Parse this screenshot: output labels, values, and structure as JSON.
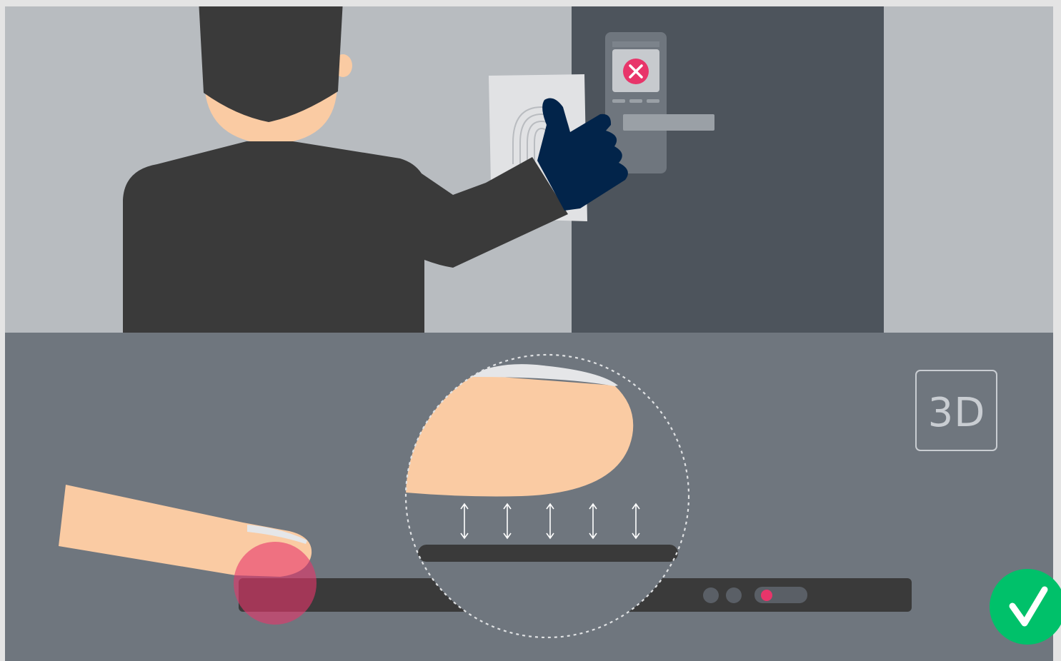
{
  "scene": {
    "top_panel": {
      "description_labels": [],
      "colors": {
        "wall": "#b8bcc0",
        "door": "#4d545c",
        "clothing": "#3a3a3a",
        "skin": "#facba3",
        "glove": "#02244a"
      },
      "lock_status": "denied",
      "lock_status_icon": "close-icon",
      "lock_status_color": "#e8356a"
    },
    "bottom_panel": {
      "badge_text": "3D",
      "colors": {
        "background": "#6f767e",
        "sensor_bar": "#3a3a3a",
        "skin": "#facba3",
        "touch_highlight": "#e8356a"
      },
      "indicator_lights": [
        "off",
        "off",
        "on"
      ],
      "indicator_color": "#e8356a",
      "result_icon": "checkmark-icon",
      "result_color": "#00c16a"
    }
  }
}
